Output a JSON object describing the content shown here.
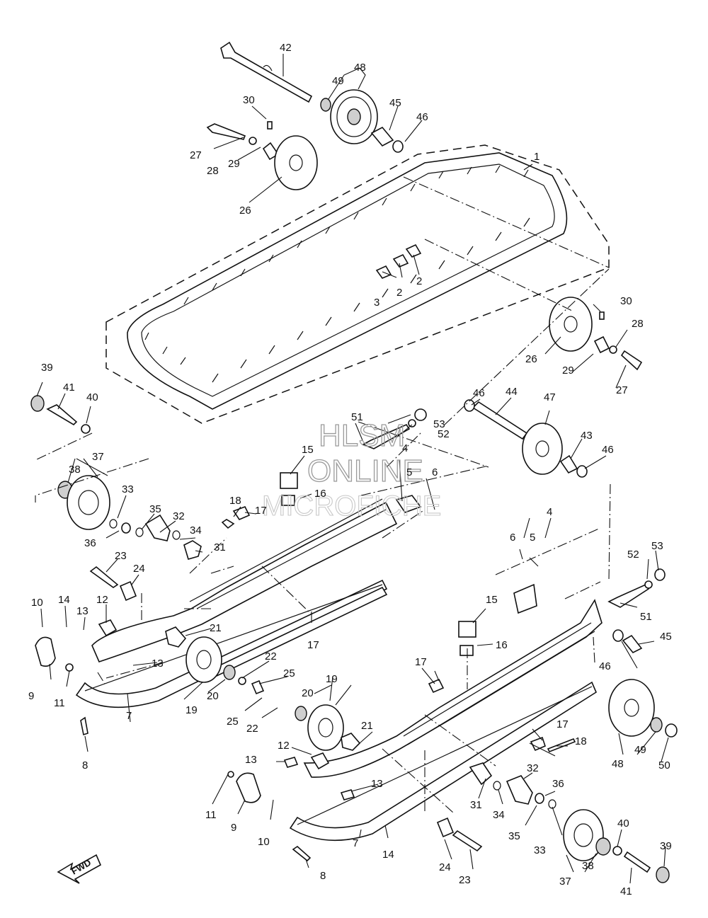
{
  "watermark": {
    "line1": "HLSM",
    "line2": "ONLINE",
    "line3": "MICROFICHE"
  },
  "fwd_label": "FWD",
  "callouts": [
    {
      "id": "c42",
      "text": "42"
    },
    {
      "id": "c48a",
      "text": "48"
    },
    {
      "id": "c49a",
      "text": "49"
    },
    {
      "id": "c45a",
      "text": "45"
    },
    {
      "id": "c46a",
      "text": "46"
    },
    {
      "id": "c30a",
      "text": "30"
    },
    {
      "id": "c27a",
      "text": "27"
    },
    {
      "id": "c28a",
      "text": "28"
    },
    {
      "id": "c29a",
      "text": "29"
    },
    {
      "id": "c26a",
      "text": "26"
    },
    {
      "id": "c1",
      "text": "1"
    },
    {
      "id": "c2a",
      "text": "2"
    },
    {
      "id": "c2b",
      "text": "2"
    },
    {
      "id": "c3",
      "text": "3"
    },
    {
      "id": "c30b",
      "text": "30"
    },
    {
      "id": "c28b",
      "text": "28"
    },
    {
      "id": "c26b",
      "text": "26"
    },
    {
      "id": "c29b",
      "text": "29"
    },
    {
      "id": "c27b",
      "text": "27"
    },
    {
      "id": "c39a",
      "text": "39"
    },
    {
      "id": "c41a",
      "text": "41"
    },
    {
      "id": "c40a",
      "text": "40"
    },
    {
      "id": "c37a",
      "text": "37"
    },
    {
      "id": "c38a",
      "text": "38"
    },
    {
      "id": "c33a",
      "text": "33"
    },
    {
      "id": "c36a",
      "text": "36"
    },
    {
      "id": "c35a",
      "text": "35"
    },
    {
      "id": "c32a",
      "text": "32"
    },
    {
      "id": "c34a",
      "text": "34"
    },
    {
      "id": "c31a",
      "text": "31"
    },
    {
      "id": "c18a",
      "text": "18"
    },
    {
      "id": "c17a",
      "text": "17"
    },
    {
      "id": "c15a",
      "text": "15"
    },
    {
      "id": "c16a",
      "text": "16"
    },
    {
      "id": "c51a",
      "text": "51"
    },
    {
      "id": "c4a",
      "text": "4"
    },
    {
      "id": "c5a",
      "text": "5"
    },
    {
      "id": "c6a",
      "text": "6"
    },
    {
      "id": "c46b",
      "text": "46"
    },
    {
      "id": "c44",
      "text": "44"
    },
    {
      "id": "c47",
      "text": "47"
    },
    {
      "id": "c53a",
      "text": "53"
    },
    {
      "id": "c52a",
      "text": "52"
    },
    {
      "id": "c43",
      "text": "43"
    },
    {
      "id": "c46c",
      "text": "46"
    },
    {
      "id": "c23a",
      "text": "23"
    },
    {
      "id": "c24a",
      "text": "24"
    },
    {
      "id": "c10a",
      "text": "10"
    },
    {
      "id": "c14a",
      "text": "14"
    },
    {
      "id": "c13a",
      "text": "13"
    },
    {
      "id": "c12a",
      "text": "12"
    },
    {
      "id": "c21a",
      "text": "21"
    },
    {
      "id": "c17b",
      "text": "17"
    },
    {
      "id": "c13b",
      "text": "13"
    },
    {
      "id": "c9a",
      "text": "9"
    },
    {
      "id": "c11a",
      "text": "11"
    },
    {
      "id": "c19a",
      "text": "19"
    },
    {
      "id": "c20a",
      "text": "20"
    },
    {
      "id": "c22a",
      "text": "22"
    },
    {
      "id": "c25a",
      "text": "25"
    },
    {
      "id": "c25b",
      "text": "25"
    },
    {
      "id": "c22b",
      "text": "22"
    },
    {
      "id": "c7a",
      "text": "7"
    },
    {
      "id": "c8a",
      "text": "8"
    },
    {
      "id": "c4b",
      "text": "4"
    },
    {
      "id": "c6b",
      "text": "6"
    },
    {
      "id": "c5b",
      "text": "5"
    },
    {
      "id": "c52b",
      "text": "52"
    },
    {
      "id": "c53b",
      "text": "53"
    },
    {
      "id": "c51b",
      "text": "51"
    },
    {
      "id": "c15b",
      "text": "15"
    },
    {
      "id": "c16b",
      "text": "16"
    },
    {
      "id": "c45b",
      "text": "45"
    },
    {
      "id": "c46d",
      "text": "46"
    },
    {
      "id": "c17c",
      "text": "17"
    },
    {
      "id": "c19b",
      "text": "19"
    },
    {
      "id": "c20b",
      "text": "20"
    },
    {
      "id": "c21b",
      "text": "21"
    },
    {
      "id": "c17d",
      "text": "17"
    },
    {
      "id": "c18b",
      "text": "18"
    },
    {
      "id": "c48b",
      "text": "48"
    },
    {
      "id": "c49b",
      "text": "49"
    },
    {
      "id": "c50",
      "text": "50"
    },
    {
      "id": "c12b",
      "text": "12"
    },
    {
      "id": "c13c",
      "text": "13"
    },
    {
      "id": "c13d",
      "text": "13"
    },
    {
      "id": "c32b",
      "text": "32"
    },
    {
      "id": "c36b",
      "text": "36"
    },
    {
      "id": "c31b",
      "text": "31"
    },
    {
      "id": "c34b",
      "text": "34"
    },
    {
      "id": "c35b",
      "text": "35"
    },
    {
      "id": "c33b",
      "text": "33"
    },
    {
      "id": "c11b",
      "text": "11"
    },
    {
      "id": "c9b",
      "text": "9"
    },
    {
      "id": "c10b",
      "text": "10"
    },
    {
      "id": "c14b",
      "text": "14"
    },
    {
      "id": "c7b",
      "text": "7"
    },
    {
      "id": "c8b",
      "text": "8"
    },
    {
      "id": "c24b",
      "text": "24"
    },
    {
      "id": "c23b",
      "text": "23"
    },
    {
      "id": "c37b",
      "text": "37"
    },
    {
      "id": "c38b",
      "text": "38"
    },
    {
      "id": "c40b",
      "text": "40"
    },
    {
      "id": "c39b",
      "text": "39"
    },
    {
      "id": "c41b",
      "text": "41"
    }
  ]
}
